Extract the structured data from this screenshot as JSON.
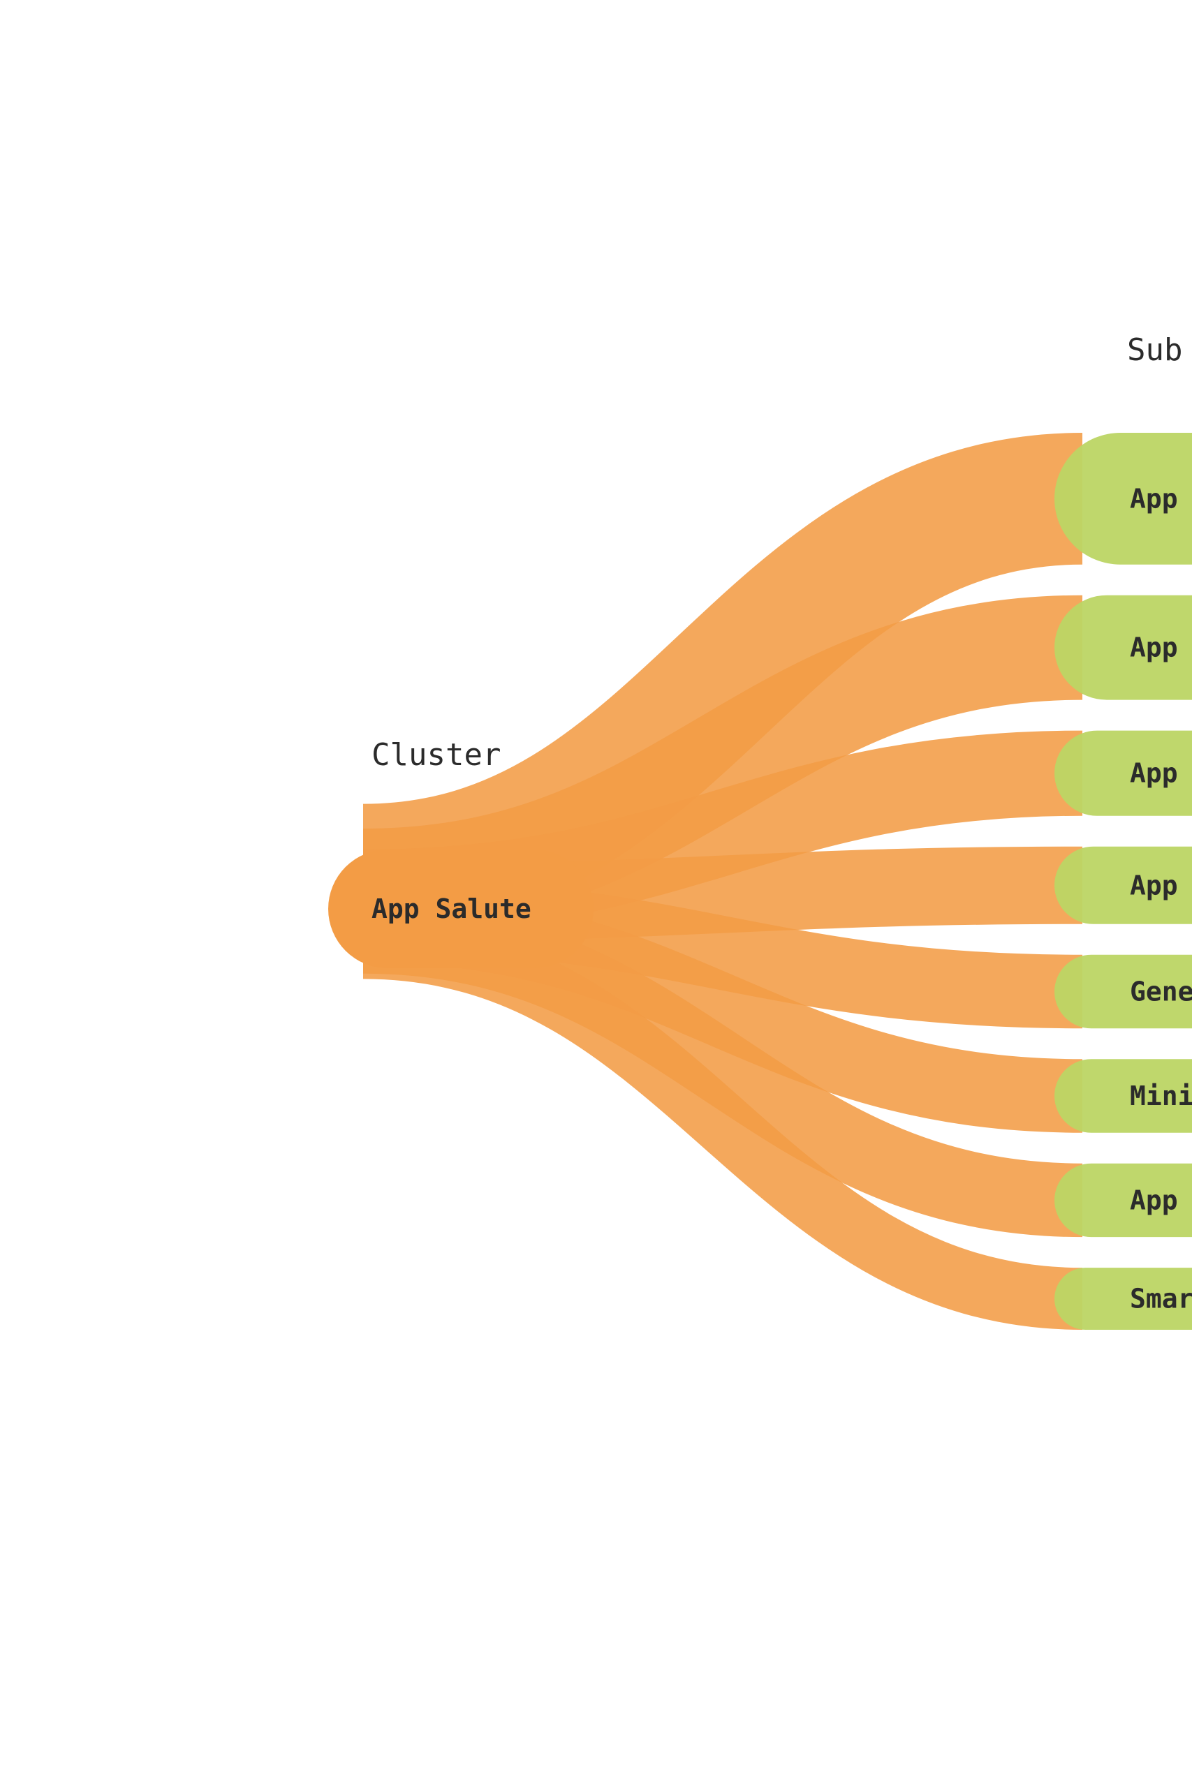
{
  "colors": {
    "root_node": "#F39C45",
    "flow": "#F39C45",
    "child_node": "#BCD564",
    "text": "#2b2b2b",
    "background": "#ffffff"
  },
  "columns": {
    "left_header": "Cluster",
    "right_header": "Sub"
  },
  "root": {
    "label": "App Salute"
  },
  "children": [
    {
      "label": "App",
      "weight": 1.7
    },
    {
      "label": "App :",
      "weight": 1.35
    },
    {
      "label": "App :",
      "weight": 1.1
    },
    {
      "label": "App |",
      "weight": 1.0
    },
    {
      "label": "Gene",
      "weight": 0.95
    },
    {
      "label": "Mini",
      "weight": 0.95
    },
    {
      "label": "App (",
      "weight": 0.95
    },
    {
      "label": "Smar",
      "weight": 0.8
    }
  ]
}
